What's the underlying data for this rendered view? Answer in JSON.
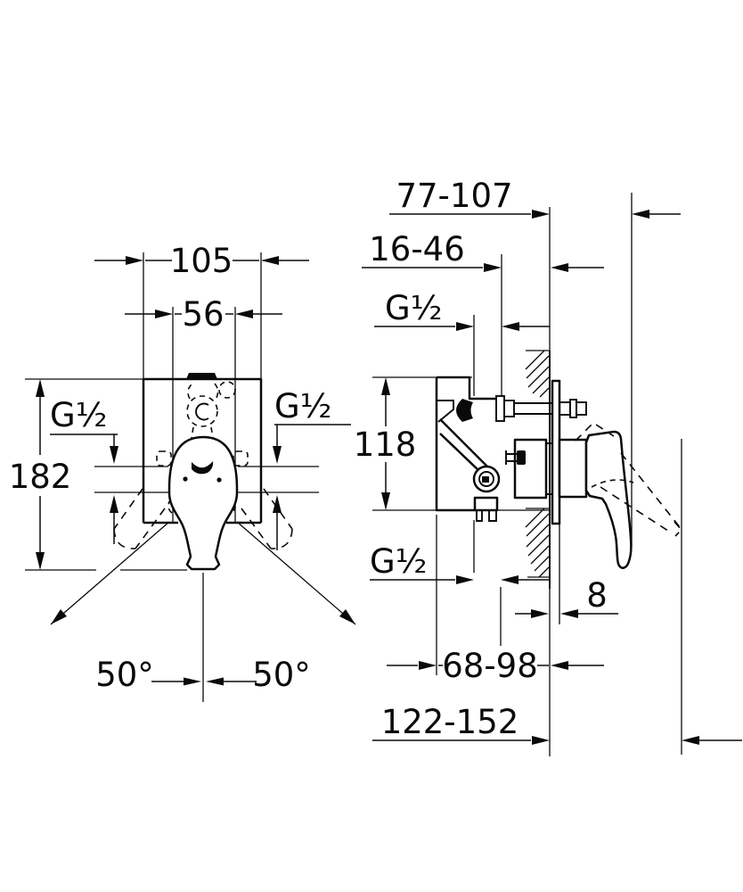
{
  "drawing": {
    "kind": "installation dimension drawing, concealed single-lever bath mixer, front and side view",
    "colors": {
      "ink": "#0a0a0a",
      "paper": "#ffffff"
    },
    "front": {
      "overall_width": "105",
      "body_width": "56",
      "overall_height": "182",
      "inlet_left_thread": "G¹⁄₂",
      "inlet_right_thread": "G¹⁄₂",
      "lever_swing_left": "50°",
      "lever_swing_right": "50°"
    },
    "side": {
      "depth_overall": "77-107",
      "installation_depth": "16-46",
      "outlet_top_thread": "G¹⁄₂",
      "body_height": "118",
      "outlet_bottom_thread": "G¹⁄₂",
      "escutcheon_thickness": "8",
      "lever_projection_closed": "68-98",
      "lever_projection_open": "122-152"
    }
  }
}
